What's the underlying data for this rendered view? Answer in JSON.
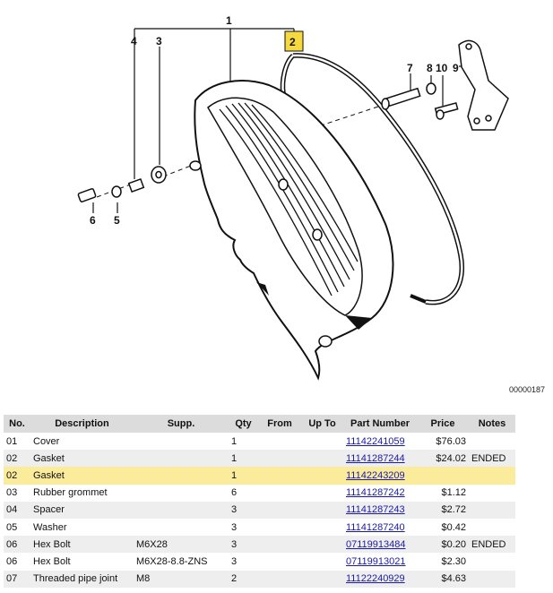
{
  "diagram": {
    "callouts": [
      "1",
      "2",
      "3",
      "4",
      "5",
      "6",
      "7",
      "8",
      "9",
      "10"
    ],
    "highlighted_callout": "2",
    "diagram_id": "00000187"
  },
  "table": {
    "headers": {
      "no": "No.",
      "description": "Description",
      "supp": "Supp.",
      "qty": "Qty",
      "from": "From",
      "upto": "Up To",
      "part_number": "Part Number",
      "price": "Price",
      "notes": "Notes"
    },
    "rows": [
      {
        "no": "01",
        "description": "Cover",
        "supp": "",
        "qty": "1",
        "from": "",
        "upto": "",
        "part_number": "11142241059",
        "price": "$76.03",
        "notes": ""
      },
      {
        "no": "02",
        "description": "Gasket",
        "supp": "",
        "qty": "1",
        "from": "",
        "upto": "",
        "part_number": "11141287244",
        "price": "$24.02",
        "notes": "ENDED"
      },
      {
        "no": "02",
        "description": "Gasket",
        "supp": "",
        "qty": "1",
        "from": "",
        "upto": "",
        "part_number": "11142243209",
        "price": "",
        "notes": ""
      },
      {
        "no": "03",
        "description": "Rubber grommet",
        "supp": "",
        "qty": "6",
        "from": "",
        "upto": "",
        "part_number": "11141287242",
        "price": "$1.12",
        "notes": ""
      },
      {
        "no": "04",
        "description": "Spacer",
        "supp": "",
        "qty": "3",
        "from": "",
        "upto": "",
        "part_number": "11141287243",
        "price": "$2.72",
        "notes": ""
      },
      {
        "no": "05",
        "description": "Washer",
        "supp": "",
        "qty": "3",
        "from": "",
        "upto": "",
        "part_number": "11141287240",
        "price": "$0.42",
        "notes": ""
      },
      {
        "no": "06",
        "description": "Hex Bolt",
        "supp": "M6X28",
        "qty": "3",
        "from": "",
        "upto": "",
        "part_number": "07119913484",
        "price": "$0.20",
        "notes": "ENDED"
      },
      {
        "no": "06",
        "description": "Hex Bolt",
        "supp": "M6X28-8.8-ZNS",
        "qty": "3",
        "from": "",
        "upto": "",
        "part_number": "07119913021",
        "price": "$2.30",
        "notes": ""
      },
      {
        "no": "07",
        "description": "Threaded pipe joint",
        "supp": "M8",
        "qty": "2",
        "from": "",
        "upto": "",
        "part_number": "11122240929",
        "price": "$4.63",
        "notes": ""
      }
    ]
  }
}
